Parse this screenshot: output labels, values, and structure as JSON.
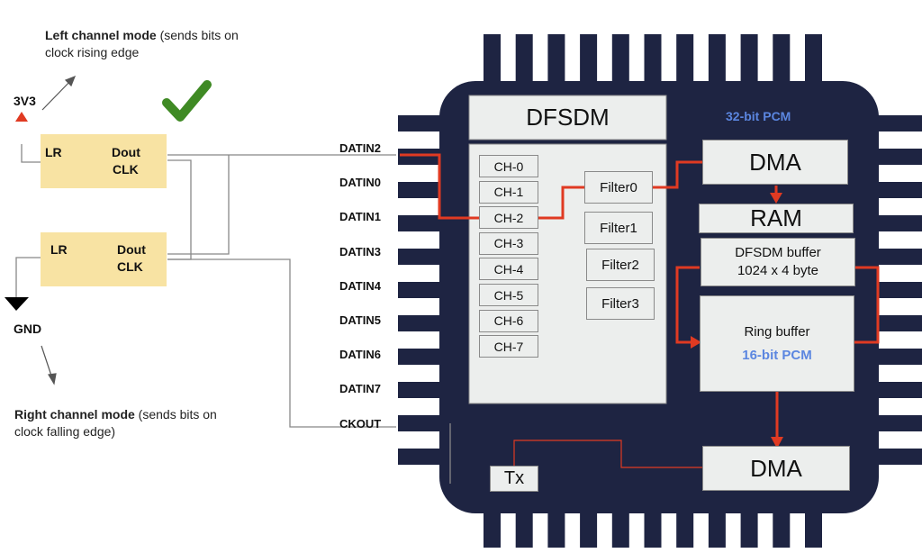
{
  "notes": {
    "left_bold": "Left channel mode",
    "left_rest": " (sends bits on clock rising edge",
    "right_bold": "Right channel mode",
    "right_rest": " (sends bits on clock falling edge)"
  },
  "power": {
    "vcc": "3V3",
    "gnd": "GND"
  },
  "mic_top": {
    "lr": "LR",
    "dout": "Dout",
    "clk": "CLK"
  },
  "mic_bottom": {
    "lr": "LR",
    "dout": "Dout",
    "clk": "CLK"
  },
  "pins": [
    "DATIN2",
    "DATIN0",
    "DATIN1",
    "DATIN3",
    "DATIN4",
    "DATIN5",
    "DATIN6",
    "DATIN7",
    "CKOUT"
  ],
  "chip": {
    "dfsdm_title": "DFSDM",
    "channels": [
      "CH-0",
      "CH-1",
      "CH-2",
      "CH-3",
      "CH-4",
      "CH-5",
      "CH-6",
      "CH-7"
    ],
    "filters": [
      "Filter0",
      "Filter1",
      "Filter2",
      "Filter3"
    ],
    "pcm32": "32-bit PCM",
    "dma_top": "DMA",
    "ram": "RAM",
    "dfsdm_buffer_line1": "DFSDM buffer",
    "dfsdm_buffer_line2": "1024 x 4 byte",
    "ring_buffer": "Ring buffer",
    "pcm16": "16-bit PCM",
    "dma_bottom": "DMA",
    "tx": "Tx"
  },
  "colors": {
    "chip": "#1e2442",
    "signal": "#e03a22",
    "accent_blue": "#5b86e0",
    "mic": "#f8e3a3",
    "check": "#3f8a24"
  }
}
